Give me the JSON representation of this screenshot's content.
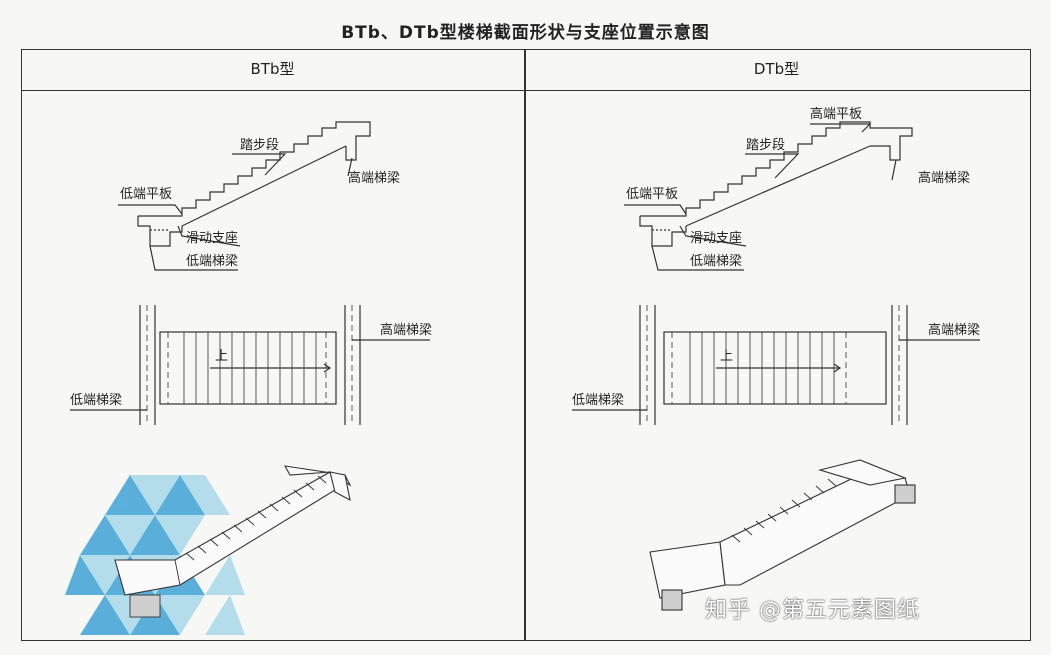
{
  "title": "BTb、DTb型楼梯截面形状与支座位置示意图",
  "columns": [
    {
      "heading": "BTb型",
      "labels": {
        "steps": "踏步段",
        "high_beam": "高端梯梁",
        "low_slab": "低端平板",
        "sliding_support": "滑动支座",
        "low_beam": "低端梯梁",
        "plan_high_beam": "高端梯梁",
        "plan_up": "上",
        "plan_low_beam": "低端梯梁"
      }
    },
    {
      "heading": "DTb型",
      "labels": {
        "high_slab": "高端平板",
        "steps": "踏步段",
        "high_beam": "高端梯梁",
        "low_slab": "低端平板",
        "sliding_support": "滑动支座",
        "low_beam": "低端梯梁",
        "plan_high_beam": "高端梯梁",
        "plan_up": "上",
        "plan_low_beam": "低端梯梁"
      }
    }
  ],
  "watermark": "知乎 @第五元素图纸",
  "colors": {
    "line": "#333333",
    "accent_blue": "#3ea3d6",
    "light_blue": "#a9d9ea"
  }
}
